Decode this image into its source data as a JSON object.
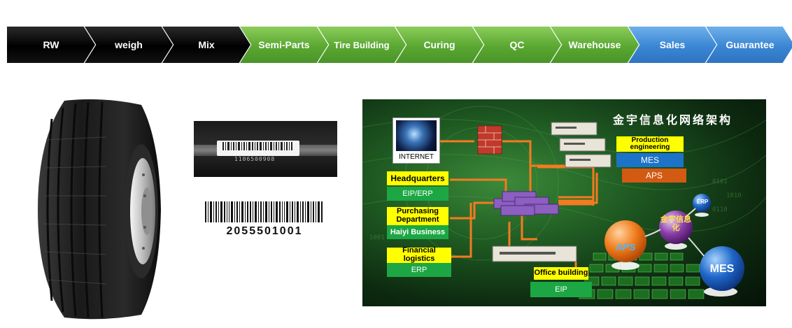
{
  "process": {
    "steps": [
      {
        "label": "RW",
        "color": "black"
      },
      {
        "label": "weigh",
        "color": "black"
      },
      {
        "label": "Mix",
        "color": "black"
      },
      {
        "label": "Semi-Parts",
        "color": "green"
      },
      {
        "label": "Tire Building",
        "color": "green"
      },
      {
        "label": "Curing",
        "color": "green"
      },
      {
        "label": "QC",
        "color": "green"
      },
      {
        "label": "Warehouse",
        "color": "green"
      },
      {
        "label": "Sales",
        "color": "blue"
      },
      {
        "label": "Guarantee",
        "color": "blue"
      }
    ]
  },
  "barcode": {
    "sticker_text": "1106500908",
    "number": "2055501001"
  },
  "network": {
    "title": "金宇信息化网络架构",
    "internet_label": "INTERNET",
    "headquarters": {
      "label": "Headquarters",
      "system": "EIP/ERP"
    },
    "purchasing": {
      "label": "Purchasing Department",
      "system": "Haiyi Business"
    },
    "financial": {
      "label": "Financial logistics",
      "system": "ERP"
    },
    "office": {
      "label": "Office building",
      "system": "EIP"
    },
    "production": {
      "label": "Production engineering",
      "mes": "MES",
      "aps": "APS"
    },
    "spheres": {
      "aps": "APS",
      "mes": "MES",
      "erp": "ERP",
      "center": "金宇信息化"
    }
  },
  "colors": {
    "black": "#000000",
    "green": "#5aa832",
    "blue": "#3a86d4",
    "label_yellow": "#ffff00",
    "label_green": "#1ca744",
    "mes_blue": "#1d73c7",
    "aps_orange": "#d35a12",
    "link_orange": "#f47b20"
  }
}
